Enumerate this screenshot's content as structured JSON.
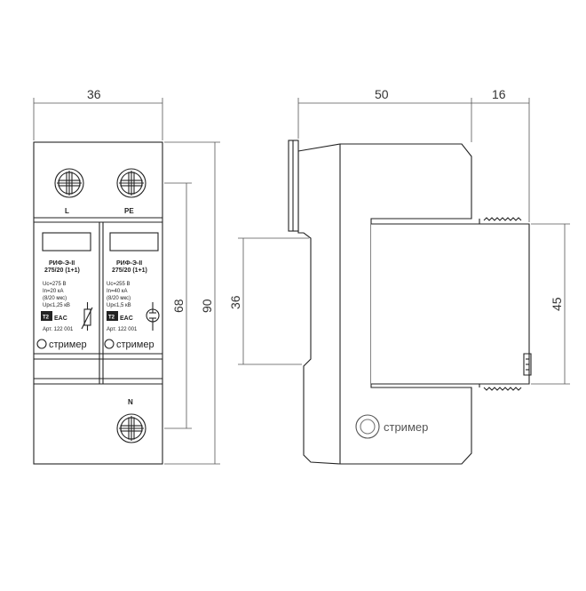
{
  "dimensions": {
    "front_width": "36",
    "front_height_inner": "68",
    "front_height_total": "90",
    "side_depth": "50",
    "side_extra": "16",
    "side_rail": "36",
    "side_body": "45"
  },
  "terminals": {
    "top_left": "L",
    "top_right": "PE",
    "bottom": "N"
  },
  "module_left": {
    "model_line1": "РИФ-Э-II",
    "model_line2": "275/20 (1+1)",
    "spec1": "Uc=275 В",
    "spec2": "In=20 кА",
    "spec3": "(8/20 мкс)",
    "spec4": "Up≤1,25 кВ",
    "class_badge": "T2",
    "cert_mark": "EAC",
    "article": "Арт. 122 001"
  },
  "module_right": {
    "model_line1": "РИФ-Э-II",
    "model_line2": "275/20 (1+1)",
    "spec1": "Uc=255 В",
    "spec2": "In=40 кА",
    "spec3": "(8/20 мкс)",
    "spec4": "Up≤1,5 кВ",
    "class_badge": "T2",
    "cert_mark": "EAC",
    "article": "Арт. 122 001"
  },
  "brand": "стример",
  "colors": {
    "line": "#222222",
    "dim_line": "#555555",
    "face": "#ffffff",
    "shade": "#f4f4f4"
  }
}
